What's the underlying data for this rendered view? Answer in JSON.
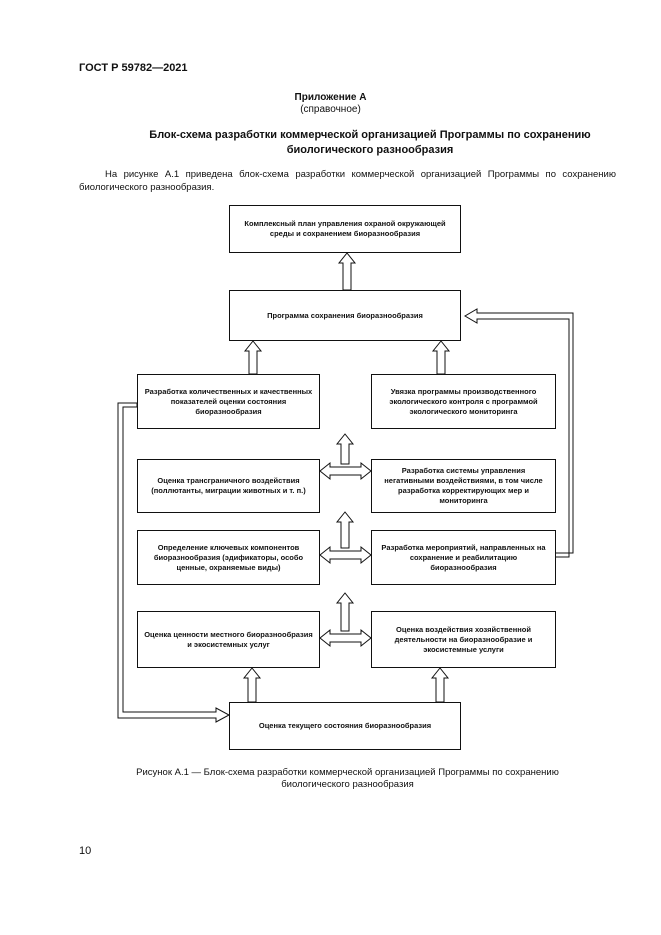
{
  "header": {
    "standard": "ГОСТ Р 59782—2021"
  },
  "annex": {
    "title": "Приложение А",
    "subtitle": "(справочное)"
  },
  "heading": {
    "line1": "Блок-схема разработки коммерческой организацией Программы по сохранению",
    "line2": "биологического разнообразия"
  },
  "intro": "На рисунке А.1 приведена блок-схема разработки коммерческой организацией Программы по сохранению биологического разнообразия.",
  "boxes": {
    "plan": "Комплексный план управления охраной окружающей среды и сохранением биоразнообразия",
    "program": "Программа сохранения биоразнообразия",
    "indicators": "Разработка количественных и качественных показателей оценки состояния биоразнообразия",
    "monitoring": "Увязка программы производственного экологического контроля с программой экологического мониторинга",
    "transboundary": "Оценка трансграничного воздействия (поллютанты, миграции животных и т. п.)",
    "management": "Разработка системы управления негативными воздействиями, в том числе разработка корректирующих мер и мониторинга",
    "key_components": "Определение ключевых компонентов биоразнообразия (эдификаторы, особо ценные, охраняемые виды)",
    "measures": "Разработка мероприятий, направленных на сохранение и реабилитацию биоразнообразия",
    "value": "Оценка ценности местного биоразнообразия и экосистемных услуг",
    "impact": "Оценка воздействия хозяйственной деятельности на биоразнообразие и экосистемные услуги",
    "current_state": "Оценка текущего состояния биоразнообразия"
  },
  "caption": {
    "line1": "Рисунок А.1 — Блок-схема разработки коммерческой организацией Программы по сохранению",
    "line2": "биологического разнообразия"
  },
  "page_number": "10"
}
